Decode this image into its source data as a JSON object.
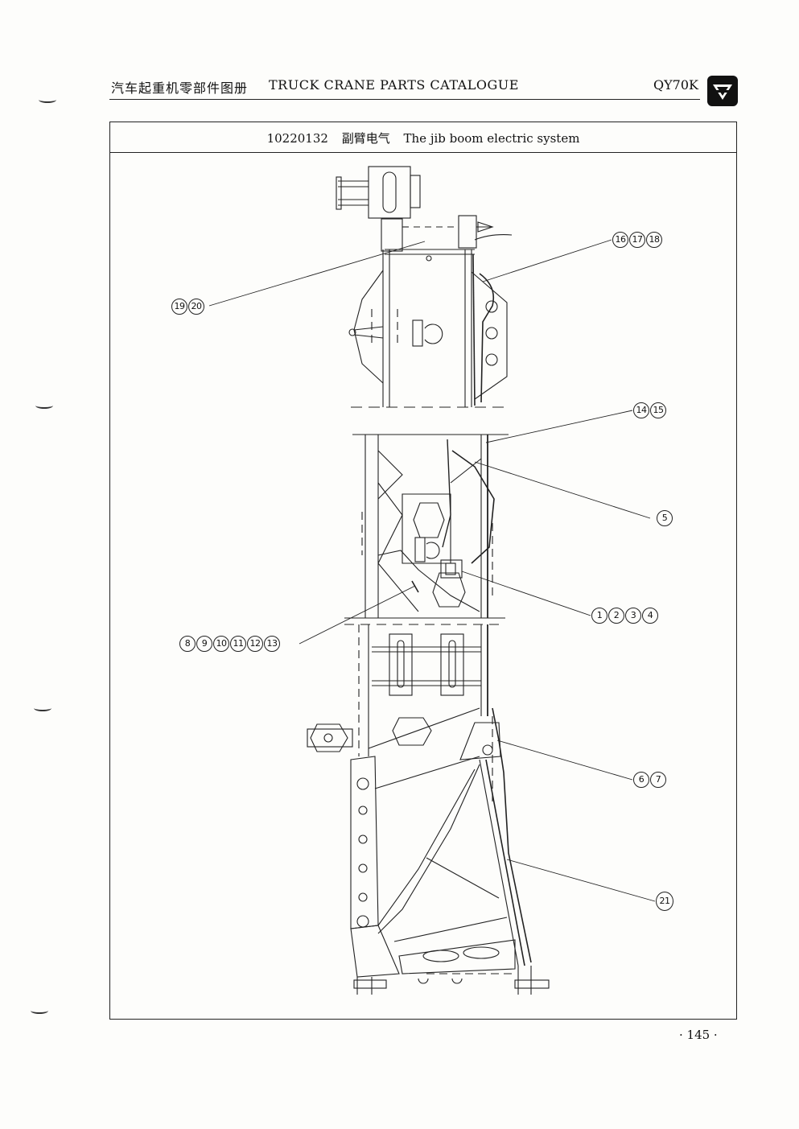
{
  "header": {
    "title_cn": "汽车起重机零部件图册",
    "title_en": "TRUCK CRANE PARTS CATALOGUE",
    "model": "QY70K"
  },
  "section": {
    "code": "10220132",
    "name_cn": "副臂电气",
    "name_en": "The jib boom electric system"
  },
  "callouts": {
    "c16_18": [
      "16",
      "17",
      "18"
    ],
    "c19_20": [
      "19",
      "20"
    ],
    "c14_15": [
      "14",
      "15"
    ],
    "c5": [
      "5"
    ],
    "c1_4": [
      "1",
      "2",
      "3",
      "4"
    ],
    "c8_13": [
      "8",
      "9",
      "10",
      "11",
      "12",
      "13"
    ],
    "c6_7": [
      "6",
      "7"
    ],
    "c21": [
      "21"
    ]
  },
  "footer": {
    "page_number": "· 145 ·"
  },
  "colors": {
    "ink": "#111111",
    "paper": "#fdfdfb"
  }
}
